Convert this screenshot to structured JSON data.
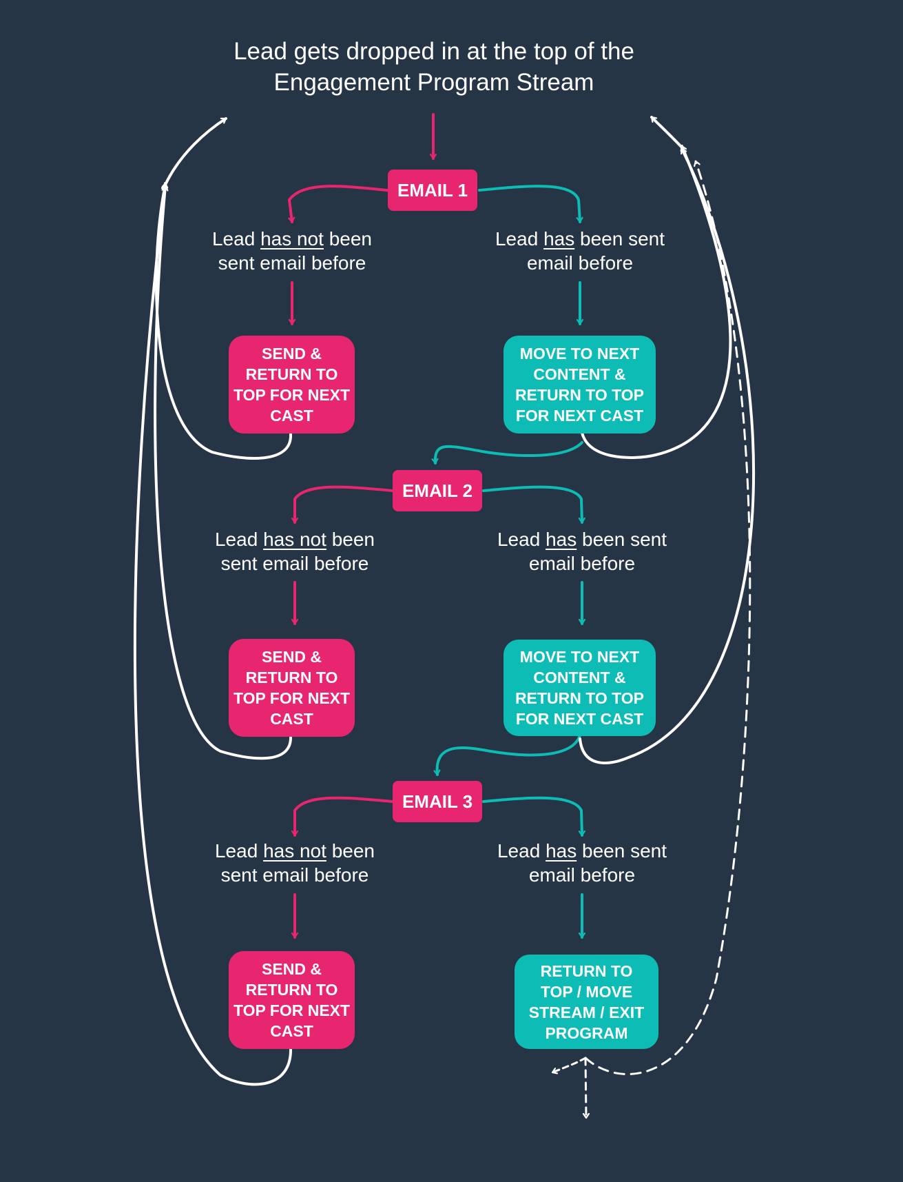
{
  "title": {
    "line1": "Lead gets dropped in at the top of the",
    "line2": "Engagement Program Stream"
  },
  "colors": {
    "background": "#263545",
    "pink": "#e8266f",
    "teal": "#0dbcb4",
    "white": "#ffffff"
  },
  "stages": [
    {
      "email": "EMAIL 1",
      "not_sent": {
        "prefix": "Lead ",
        "emphasis": "has not",
        "suffix": " been",
        "line2": "sent email before"
      },
      "sent": {
        "prefix": "Lead ",
        "emphasis": "has",
        "suffix": " been sent",
        "line2": "email before"
      },
      "not_sent_action": [
        "SEND &",
        "RETURN TO",
        "TOP FOR NEXT",
        "CAST"
      ],
      "sent_action": [
        "MOVE TO NEXT",
        "CONTENT &",
        "RETURN TO TOP",
        "FOR NEXT CAST"
      ]
    },
    {
      "email": "EMAIL 2",
      "not_sent": {
        "prefix": "Lead ",
        "emphasis": "has not",
        "suffix": " been",
        "line2": "sent email before"
      },
      "sent": {
        "prefix": "Lead ",
        "emphasis": "has",
        "suffix": " been sent",
        "line2": "email before"
      },
      "not_sent_action": [
        "SEND &",
        "RETURN TO",
        "TOP FOR NEXT",
        "CAST"
      ],
      "sent_action": [
        "MOVE TO NEXT",
        "CONTENT &",
        "RETURN TO TOP",
        "FOR NEXT CAST"
      ]
    },
    {
      "email": "EMAIL 3",
      "not_sent": {
        "prefix": "Lead ",
        "emphasis": "has not",
        "suffix": " been",
        "line2": "sent email before"
      },
      "sent": {
        "prefix": "Lead ",
        "emphasis": "has",
        "suffix": " been sent",
        "line2": "email before"
      },
      "not_sent_action": [
        "SEND &",
        "RETURN TO",
        "TOP FOR NEXT",
        "CAST"
      ],
      "sent_action": [
        "RETURN TO",
        "TOP / MOVE",
        "STREAM / EXIT",
        "PROGRAM"
      ]
    }
  ]
}
